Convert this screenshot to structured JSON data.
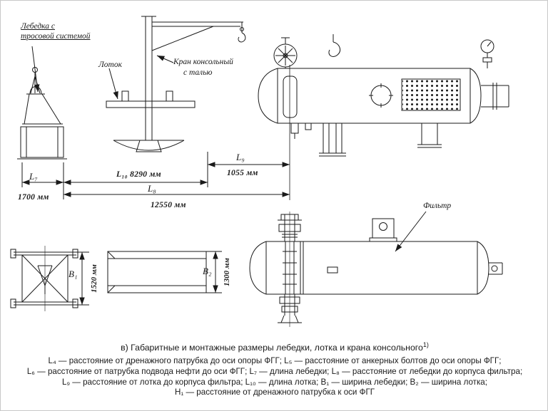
{
  "labels": {
    "winch_line1": "Лебедка с",
    "winch_line2": "тросовой системой",
    "tray": "Лоток",
    "crane_line1": "Кран консольный",
    "crane_line2": "с талью",
    "filter": "Фильтр"
  },
  "dims": {
    "L7": {
      "name": "L₇",
      "value": "1700 мм"
    },
    "L8": {
      "name": "L₈",
      "value": "12550 мм"
    },
    "L9": {
      "name": "L₉",
      "value": "1055 мм"
    },
    "L10": {
      "name": "L₁₀",
      "value": "8290 мм"
    },
    "B1": {
      "name": "B₁",
      "value": "1520 мм"
    },
    "B2": {
      "name": "B₂",
      "value": "1300 мм"
    }
  },
  "caption": {
    "text": "в) Габаритные и монтажные размеры лебедки, лотка и крана консольного",
    "sup": "1)"
  },
  "legend": [
    "L₄ — расстояние от дренажного патрубка до оси опоры ФГГ; L₅ — расстояние от анкерных болтов до оси опоры ФГГ;",
    "L₆ — расстояние от патрубка подвода нефти до оси ФГГ; L₇ — длина лебедки; L₈ — расстояние от лебедки до корпуса фильтра;",
    "L₉ — расстояние от лотка до корпуса фильтра; L₁₀ — длина лотка; B₁ — ширина лебедки; B₂ — ширина лотка;",
    "H₁ — расстояние от дренажного патрубка к оси ФГГ"
  ],
  "colors": {
    "ink": "#1a1a1a",
    "background": "#ffffff"
  }
}
